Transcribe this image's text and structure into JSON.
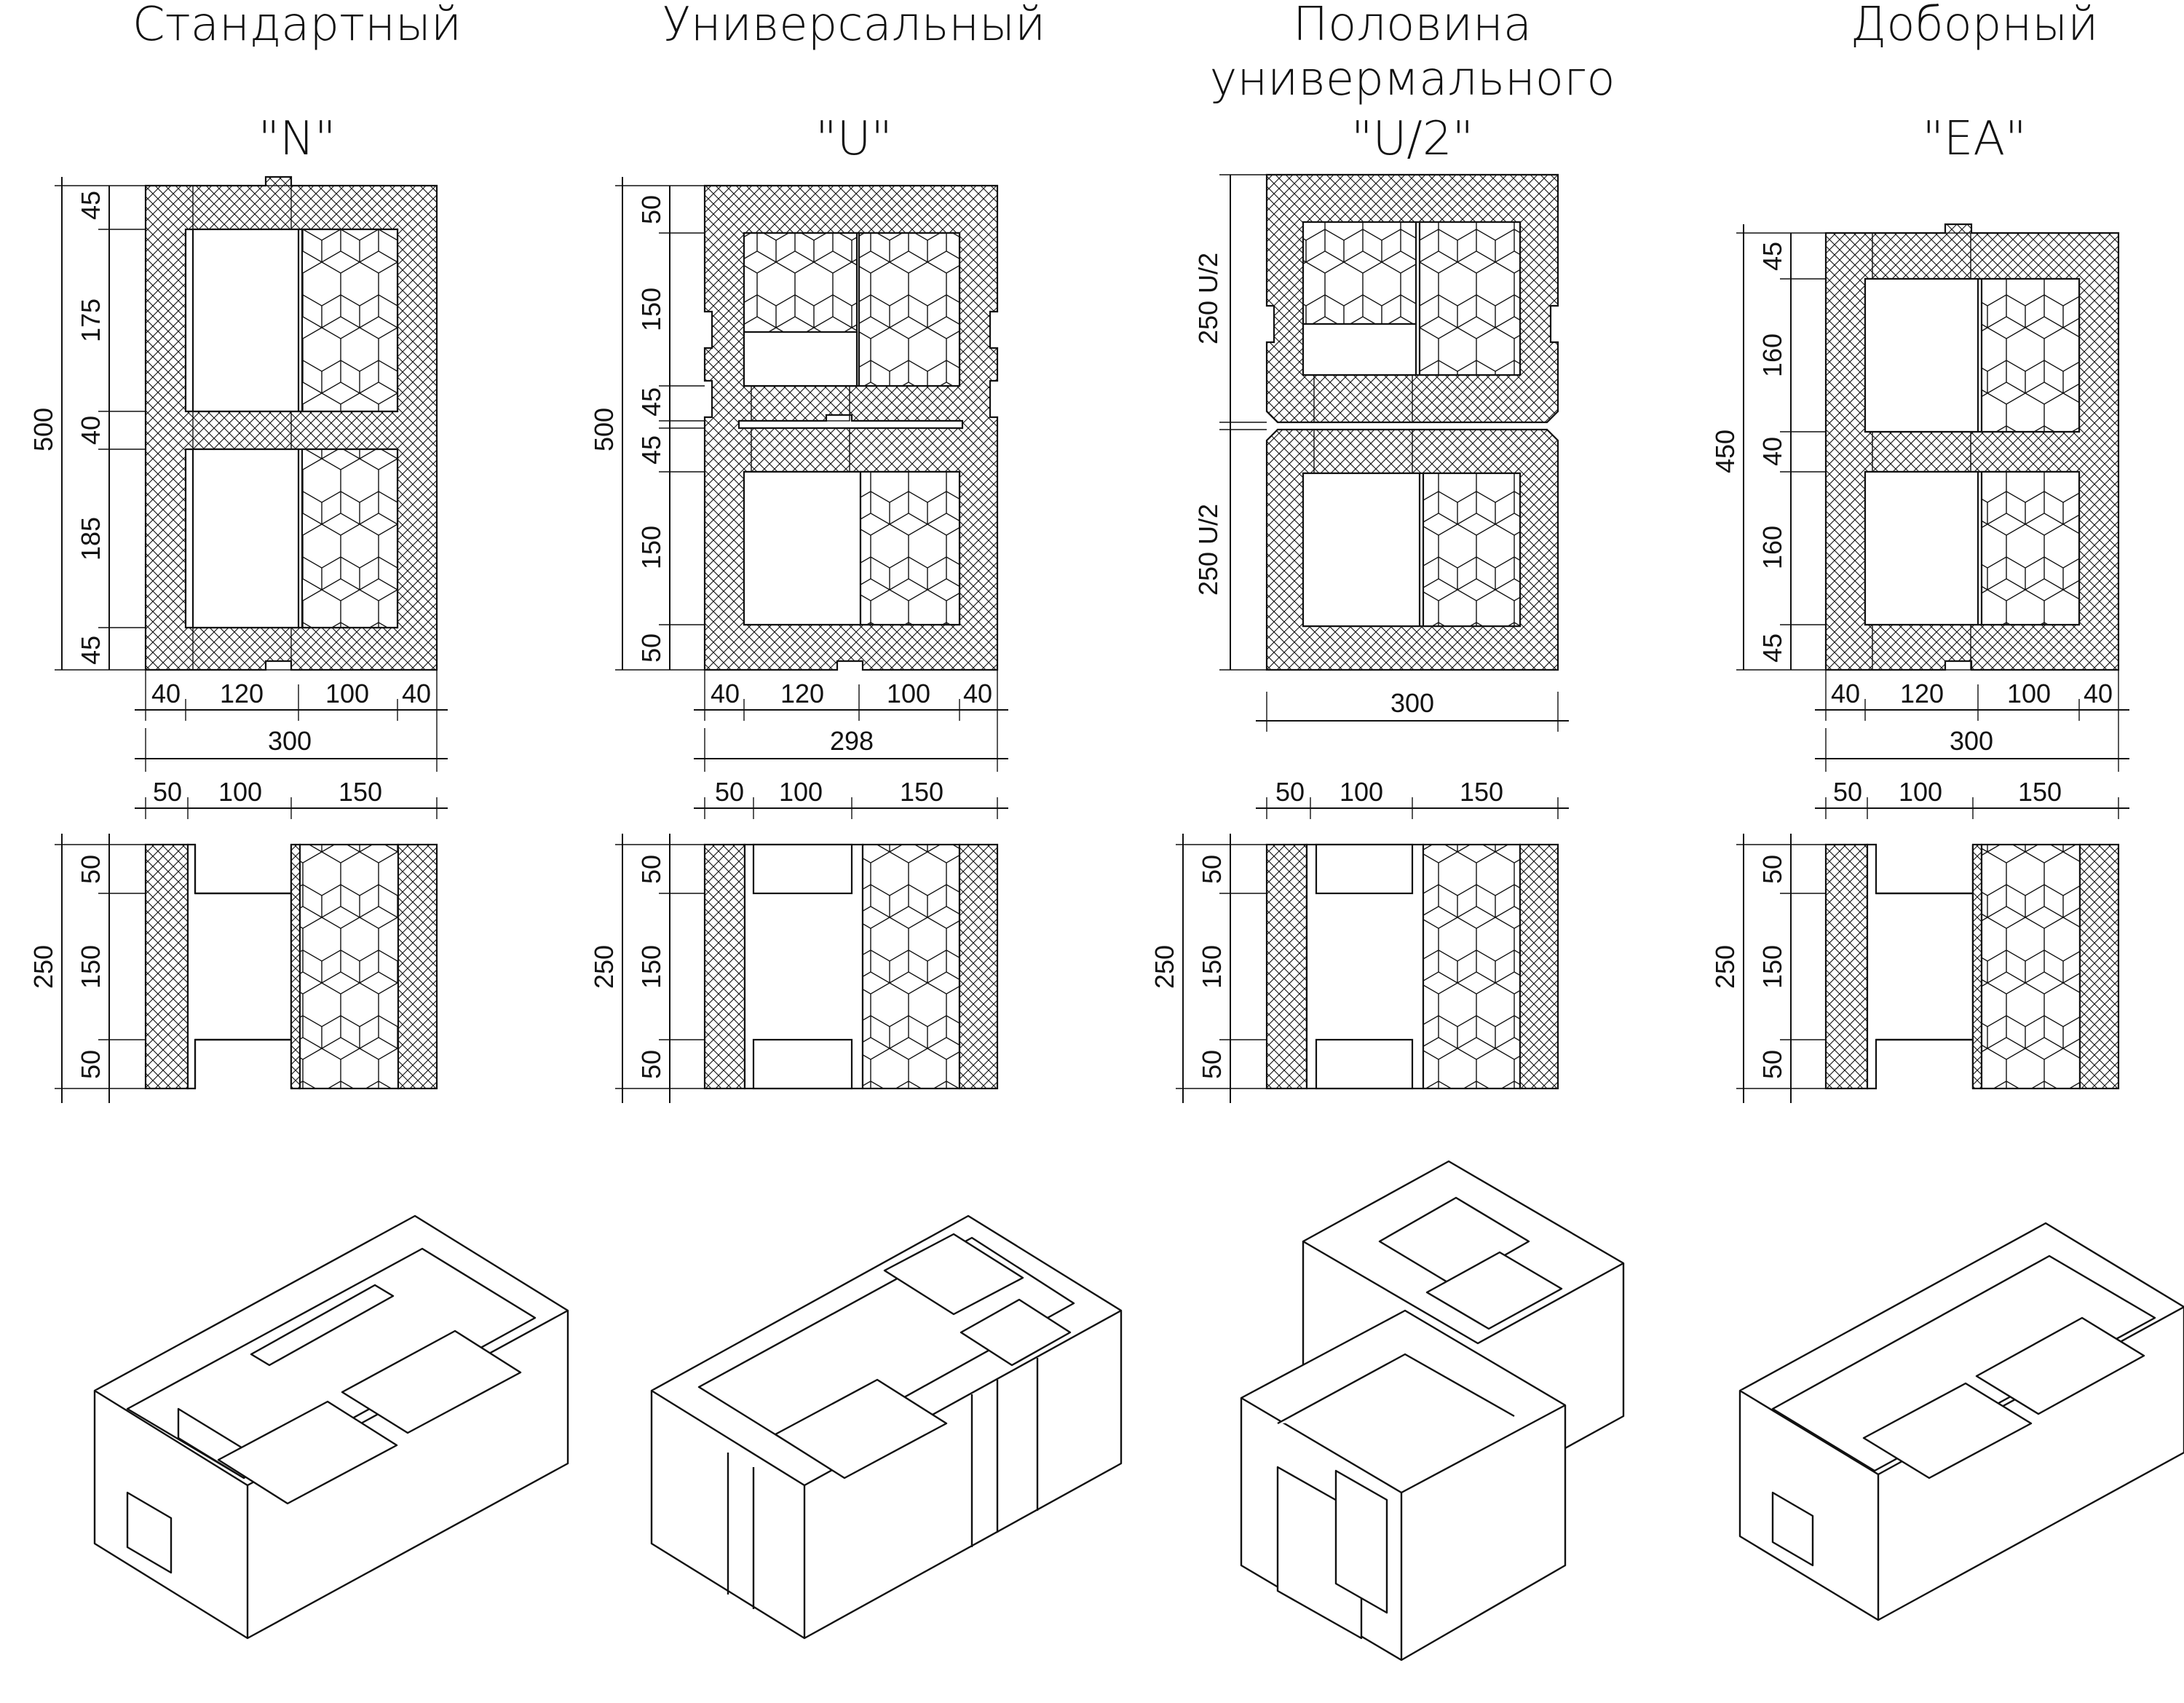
{
  "blocks": [
    {
      "title": "Стандартный",
      "subtitle": "\"N\"",
      "plan": {
        "left": [
          "45",
          "175",
          "40",
          "185",
          "45"
        ],
        "total": "500",
        "bottom": [
          "40",
          "120",
          "100",
          "40"
        ],
        "width": "300"
      },
      "section": {
        "top": [
          "50",
          "100",
          "150"
        ],
        "left": [
          "50",
          "150",
          "50"
        ],
        "total": "250"
      }
    },
    {
      "title": "Универсальный",
      "subtitle": "\"U\"",
      "plan": {
        "left": [
          "50",
          "150",
          "45",
          "45",
          "150",
          "50"
        ],
        "total": "500",
        "bottom": [
          "40",
          "120",
          "100",
          "40"
        ],
        "width": "298"
      },
      "section": {
        "top": [
          "50",
          "100",
          "150"
        ],
        "left": [
          "50",
          "150",
          "50"
        ],
        "total": "250"
      }
    },
    {
      "title": "Половина",
      "title2": "универмального",
      "subtitle": "\"U/2\"",
      "plan": {
        "left": [
          "250 U/2",
          "250 U/2"
        ],
        "width": "300"
      },
      "section": {
        "top": [
          "50",
          "100",
          "150"
        ],
        "left": [
          "50",
          "150",
          "50"
        ],
        "total": "250"
      }
    },
    {
      "title": "Доборный",
      "subtitle": "\"EA\"",
      "plan": {
        "left": [
          "45",
          "160",
          "40",
          "160",
          "45"
        ],
        "total": "450",
        "bottom": [
          "40",
          "120",
          "100",
          "40"
        ],
        "width": "300"
      },
      "section": {
        "top": [
          "50",
          "100",
          "150"
        ],
        "left": [
          "50",
          "150",
          "50"
        ],
        "total": "250"
      }
    }
  ],
  "colors": {
    "ink": "#111111",
    "paper": "#ffffff"
  }
}
